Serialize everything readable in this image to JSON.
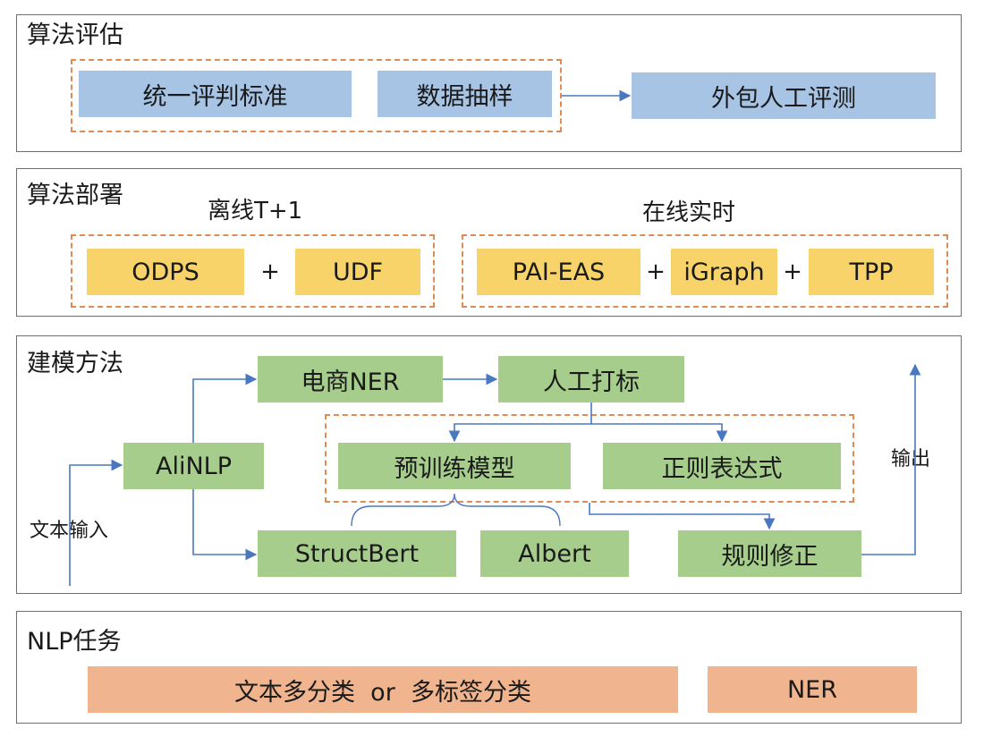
{
  "evaluation": {
    "title": "算法评估",
    "standard": "统一评判标准",
    "sampling": "数据抽样",
    "outsource": "外包人工评测"
  },
  "deployment": {
    "title": "算法部署",
    "offline_label": "离线T+1",
    "online_label": "在线实时",
    "odps": "ODPS",
    "udf": "UDF",
    "pai_eas": "PAI-EAS",
    "igraph": "iGraph",
    "tpp": "TPP",
    "plus": "+"
  },
  "modeling": {
    "title": "建模方法",
    "input_label": "文本输入",
    "output_label": "输出",
    "alinlp": "AliNLP",
    "ecommerce_ner": "电商NER",
    "manual_label": "人工打标",
    "pretrained_model": "预训练模型",
    "regex": "正则表达式",
    "structbert": "StructBert",
    "albert": "Albert",
    "rule_fix": "规则修正"
  },
  "tasks": {
    "title": "NLP任务",
    "classification": "文本多分类  or  多标签分类",
    "ner": "NER"
  },
  "colors": {
    "blue": "#a7c4e5",
    "yellow": "#f8d36a",
    "green": "#a6cd8c",
    "orange": "#f0b58e",
    "dashed": "#e08a55",
    "arrow": "#4a78c0"
  }
}
